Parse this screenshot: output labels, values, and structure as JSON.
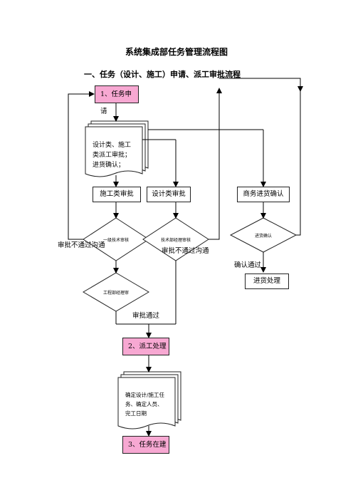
{
  "page": {
    "title": "系统集成部任务管理流程图",
    "subtitle": "一、任务（设计、施工）申请、派工审批流程"
  },
  "nodes": {
    "task_request": "1、任务申请",
    "doc_approval": [
      "设计类、施工",
      "类派工审批；",
      "进货确认；"
    ],
    "construction_review": "施工类审批",
    "design_review": "设计类审批",
    "purchase_confirm": "商务进货确认",
    "tech_review": "一级技术审核",
    "tech_manager_review": "技术部经理审核",
    "goods_confirm": "进货确认",
    "eng_manager_review": "工程部经理审",
    "goods_processing": "进货处理",
    "dispatch": "2、派工处理",
    "doc_assign": [
      "确定设计/施工任",
      "务、确定人员、",
      "完工日期"
    ],
    "task_building": "3、任务在建"
  },
  "labels": {
    "reject_left": "审批不通过沟通",
    "reject_middle": "审批不通过沟通",
    "confirm_pass": "确认通过",
    "approve_pass": "审批通过"
  }
}
